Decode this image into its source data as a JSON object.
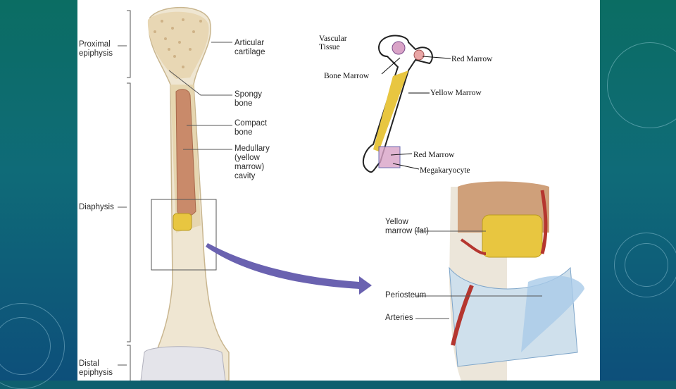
{
  "main_diagram": {
    "labels": {
      "proximal_epiphysis": "Proximal\nepiphysis",
      "diaphysis": "Diaphysis",
      "distal_epiphysis": "Distal\nepiphysis",
      "articular_cartilage": "Articular\ncartilage",
      "spongy_bone": "Spongy\nbone",
      "compact_bone": "Compact\nbone",
      "medullary_cavity": "Medullary\n(yellow\nmarrow)\ncavity"
    }
  },
  "marrow_diagram": {
    "labels": {
      "vascular_tissue": "Vascular\nTissue",
      "red_marrow_top": "Red Marrow",
      "bone_marrow": "Bone Marrow",
      "yellow_marrow": "Yellow Marrow",
      "red_marrow_bottom": "Red Marrow",
      "megakaryocyte": "Megakaryocyte"
    }
  },
  "detail_diagram": {
    "labels": {
      "yellow_marrow_fat": "Yellow\nmarrow (fat)",
      "periosteum": "Periosteum",
      "arteries": "Arteries"
    }
  },
  "colors": {
    "bone": "#efe3c7",
    "marrow": "#c98a6a",
    "fat": "#e8c640",
    "arrow": "#6a62b0",
    "artery": "#b5362f"
  }
}
